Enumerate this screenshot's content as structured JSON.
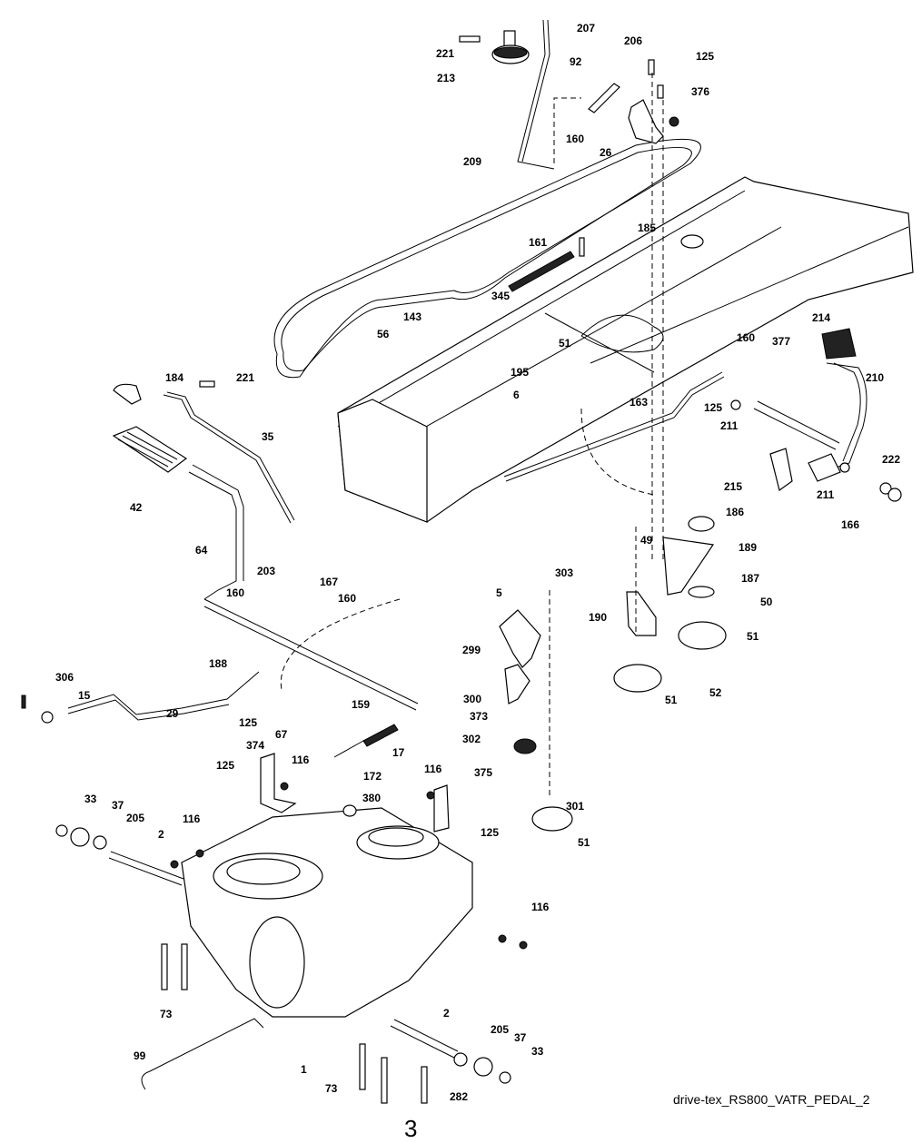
{
  "diagram": {
    "title": "Drive parts exploded view",
    "caption": "drive-tex_RS800_VATR_PEDAL_2",
    "page_number": "3"
  },
  "labels": [
    {
      "id": "221a",
      "text": "221"
    },
    {
      "id": "213",
      "text": "213"
    },
    {
      "id": "207",
      "text": "207"
    },
    {
      "id": "206",
      "text": "206"
    },
    {
      "id": "125a",
      "text": "125"
    },
    {
      "id": "92",
      "text": "92"
    },
    {
      "id": "376",
      "text": "376"
    },
    {
      "id": "160a",
      "text": "160"
    },
    {
      "id": "26",
      "text": "26"
    },
    {
      "id": "209",
      "text": "209"
    },
    {
      "id": "185",
      "text": "185"
    },
    {
      "id": "161",
      "text": "161"
    },
    {
      "id": "345",
      "text": "345"
    },
    {
      "id": "143",
      "text": "143"
    },
    {
      "id": "56",
      "text": "56"
    },
    {
      "id": "51a",
      "text": "51"
    },
    {
      "id": "195",
      "text": "195"
    },
    {
      "id": "6",
      "text": "6"
    },
    {
      "id": "214",
      "text": "214"
    },
    {
      "id": "160b",
      "text": "160"
    },
    {
      "id": "377",
      "text": "377"
    },
    {
      "id": "210",
      "text": "210"
    },
    {
      "id": "163",
      "text": "163"
    },
    {
      "id": "125b",
      "text": "125"
    },
    {
      "id": "211a",
      "text": "211"
    },
    {
      "id": "184",
      "text": "184"
    },
    {
      "id": "221b",
      "text": "221"
    },
    {
      "id": "35",
      "text": "35"
    },
    {
      "id": "42",
      "text": "42"
    },
    {
      "id": "64",
      "text": "64"
    },
    {
      "id": "215",
      "text": "215"
    },
    {
      "id": "211b",
      "text": "211"
    },
    {
      "id": "222",
      "text": "222"
    },
    {
      "id": "166",
      "text": "166"
    },
    {
      "id": "186",
      "text": "186"
    },
    {
      "id": "49",
      "text": "49"
    },
    {
      "id": "189",
      "text": "189"
    },
    {
      "id": "303",
      "text": "303"
    },
    {
      "id": "5",
      "text": "5"
    },
    {
      "id": "203",
      "text": "203"
    },
    {
      "id": "167",
      "text": "167"
    },
    {
      "id": "160c",
      "text": "160"
    },
    {
      "id": "160d",
      "text": "160"
    },
    {
      "id": "187",
      "text": "187"
    },
    {
      "id": "190",
      "text": "190"
    },
    {
      "id": "50",
      "text": "50"
    },
    {
      "id": "51b",
      "text": "51"
    },
    {
      "id": "299",
      "text": "299"
    },
    {
      "id": "188",
      "text": "188"
    },
    {
      "id": "52",
      "text": "52"
    },
    {
      "id": "51c",
      "text": "51"
    },
    {
      "id": "306",
      "text": "306"
    },
    {
      "id": "15",
      "text": "15"
    },
    {
      "id": "300",
      "text": "300"
    },
    {
      "id": "373",
      "text": "373"
    },
    {
      "id": "29",
      "text": "29"
    },
    {
      "id": "125c",
      "text": "125"
    },
    {
      "id": "159",
      "text": "159"
    },
    {
      "id": "67",
      "text": "67"
    },
    {
      "id": "374",
      "text": "374"
    },
    {
      "id": "302",
      "text": "302"
    },
    {
      "id": "17",
      "text": "17"
    },
    {
      "id": "125d",
      "text": "125"
    },
    {
      "id": "116a",
      "text": "116"
    },
    {
      "id": "375",
      "text": "375"
    },
    {
      "id": "172",
      "text": "172"
    },
    {
      "id": "116b",
      "text": "116"
    },
    {
      "id": "33a",
      "text": "33"
    },
    {
      "id": "380",
      "text": "380"
    },
    {
      "id": "37a",
      "text": "37"
    },
    {
      "id": "301",
      "text": "301"
    },
    {
      "id": "205a",
      "text": "205"
    },
    {
      "id": "116c",
      "text": "116"
    },
    {
      "id": "125e",
      "text": "125"
    },
    {
      "id": "2a",
      "text": "2"
    },
    {
      "id": "51d",
      "text": "51"
    },
    {
      "id": "116d",
      "text": "116"
    },
    {
      "id": "73a",
      "text": "73"
    },
    {
      "id": "2b",
      "text": "2"
    },
    {
      "id": "99",
      "text": "99"
    },
    {
      "id": "1",
      "text": "1"
    },
    {
      "id": "205b",
      "text": "205"
    },
    {
      "id": "37b",
      "text": "37"
    },
    {
      "id": "33b",
      "text": "33"
    },
    {
      "id": "73b",
      "text": "73"
    },
    {
      "id": "282",
      "text": "282"
    }
  ]
}
